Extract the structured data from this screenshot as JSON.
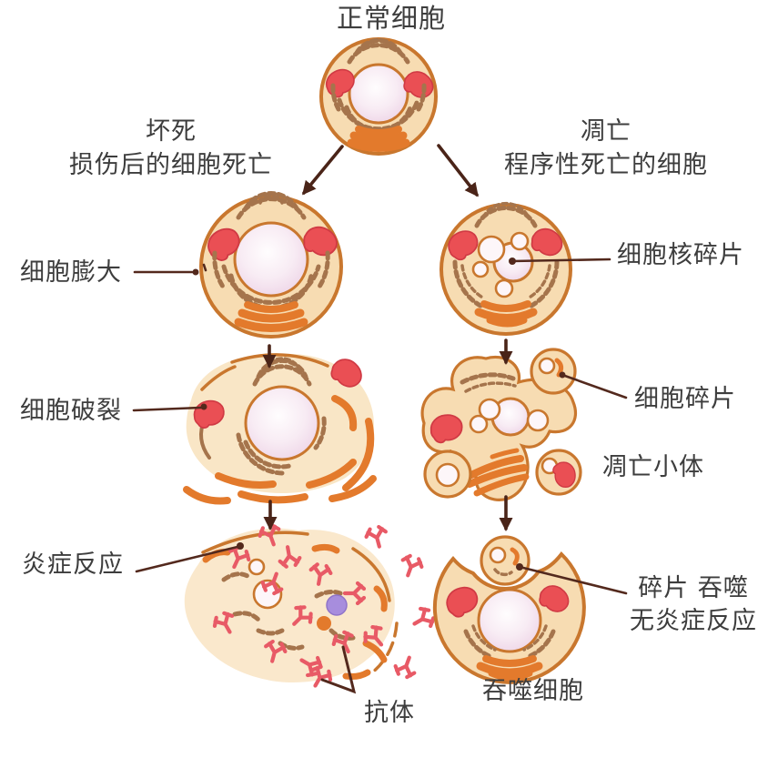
{
  "header": {
    "title": "正常细胞"
  },
  "branches": {
    "necrosis": {
      "title": "坏死",
      "subtitle": "损伤后的细胞死亡"
    },
    "apoptosis": {
      "title": "凋亡",
      "subtitle": "程序性死亡的细胞"
    }
  },
  "labels": {
    "cell_swelling": "细胞膨大",
    "cell_rupture": "细胞破裂",
    "inflammation": "炎症反应",
    "antibody": "抗体",
    "nuclear_fragments": "细胞核碎片",
    "cell_fragments": "细胞碎片",
    "apoptotic_bodies": "凋亡小体",
    "phagocytosis_line1": "碎片 吞噬",
    "phagocytosis_line2": "无炎症反应",
    "phagocyte": "吞噬细胞"
  },
  "colors": {
    "cytoplasm": "#f7dcb2",
    "cytoplasm_soft": "#f9e6c6",
    "membrane": "#c9772e",
    "mitochondria": "#ea4f54",
    "mitochondria_dark": "#d03a44",
    "er": "#a5744c",
    "golgi": "#e37a2c",
    "antibody": "#e85a66",
    "vesicle_purple": "#a78ddd",
    "arrow": "#4a2418",
    "leader": "#53291d",
    "text": "#3d3d3d"
  }
}
